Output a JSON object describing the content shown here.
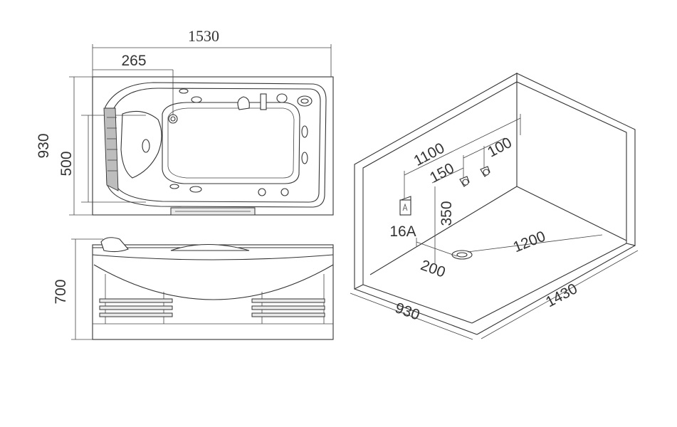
{
  "top_view": {
    "overall_length": "1530",
    "offset_to_jet": "265",
    "overall_width": "930",
    "inner_width": "500"
  },
  "side_view": {
    "height": "700"
  },
  "room_view": {
    "width_1100": "1100",
    "spacing_150": "150",
    "spacing_100": "100",
    "socket_rating": "16A",
    "height_350": "350",
    "drain_offset_200": "200",
    "drain_run_1200": "1200",
    "depth_930": "930",
    "length_1430": "1430"
  }
}
